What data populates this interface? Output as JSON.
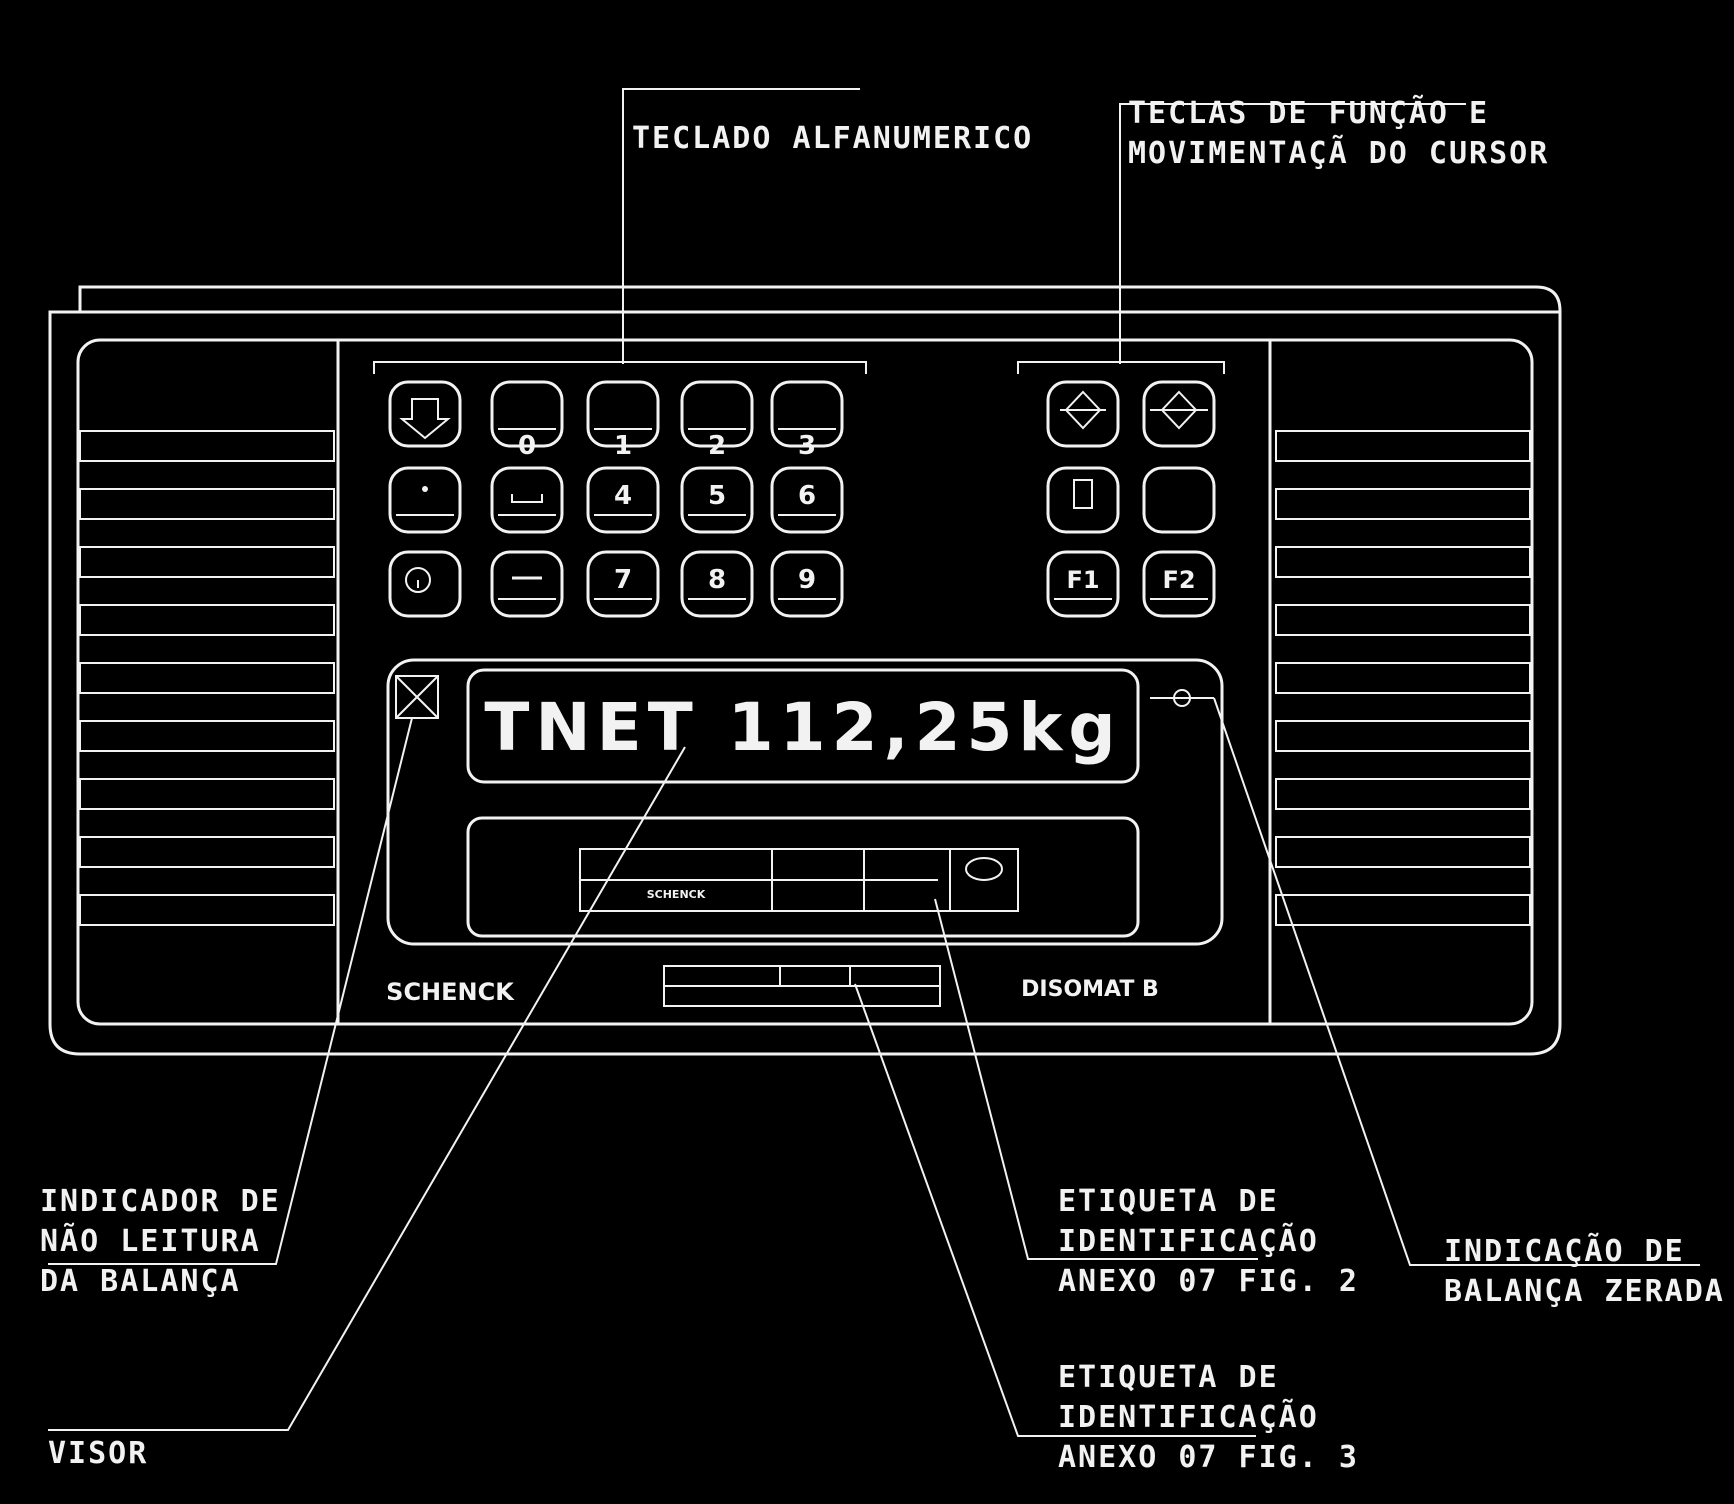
{
  "callouts": {
    "keypad": "TECLADO ALFANUMERICO",
    "function_keys": [
      "TECLAS DE FUNÇÃO E",
      "MOVIMENTAÇÃ DO CURSOR"
    ],
    "no_read": [
      "INDICADOR DE",
      "NÃO LEITURA",
      "DA BALANÇA"
    ],
    "label_fig2": [
      "ETIQUETA DE",
      "IDENTIFICAÇÃO",
      "ANEXO 07 FIG. 2"
    ],
    "zero": [
      "INDICAÇÃO DE",
      "BALANÇA ZERADA"
    ],
    "label_fig3": [
      "ETIQUETA DE",
      "IDENTIFICAÇÃO",
      "ANEXO 07 FIG. 3"
    ],
    "display": "VISOR"
  },
  "display": {
    "reading": "TNET 112,25kg"
  },
  "brand": {
    "left": "SCHENCK",
    "right": "DISOMAT B",
    "label_brand": "SCHENCK"
  },
  "keys": {
    "row1": [
      "0",
      "1",
      "2",
      "3"
    ],
    "row2": [
      "4",
      "5",
      "6"
    ],
    "row3": [
      "7",
      "8",
      "9"
    ],
    "f1": "F1",
    "f2": "F2"
  }
}
